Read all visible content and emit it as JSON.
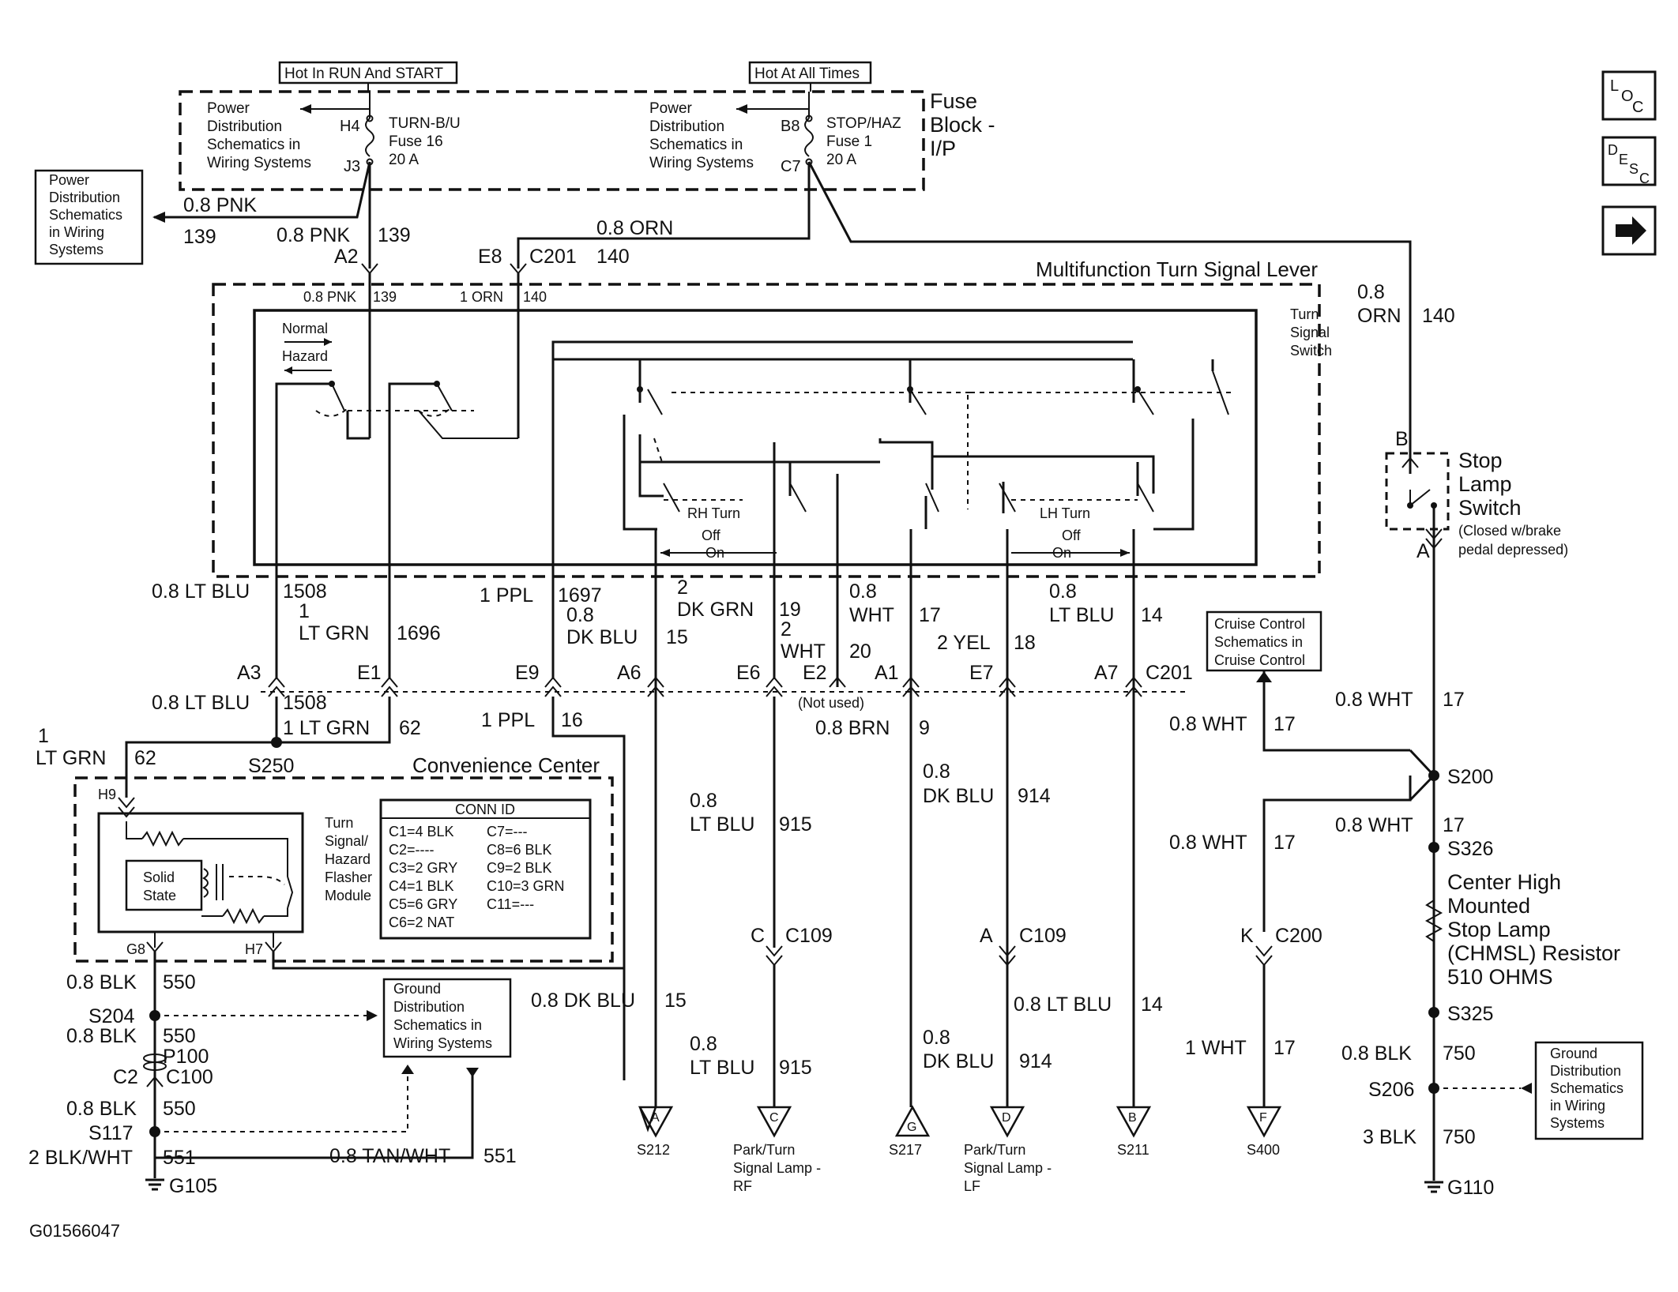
{
  "diagram_id": "G01566047",
  "nav": {
    "loc": [
      "L",
      "O",
      "C"
    ],
    "desc": [
      "D",
      "E",
      "S",
      "C"
    ],
    "next_arrow": "➜"
  },
  "fuse_block": {
    "hot_run_start": "Hot In RUN And START",
    "hot_all_times": "Hot At All Times",
    "title": [
      "Fuse",
      "Block -",
      "I/P"
    ],
    "pd_left": [
      "Power",
      "Distribution",
      "Schematics in",
      "Wiring Systems"
    ],
    "pd_right": [
      "Power",
      "Distribution",
      "Schematics in",
      "Wiring Systems"
    ],
    "h4": "H4",
    "j3": "J3",
    "b8": "B8",
    "c7": "C7",
    "fuse16": [
      "TURN-B/U",
      "Fuse 16",
      "20 A"
    ],
    "fuse1": [
      "STOP/HAZ",
      "Fuse 1",
      "20 A"
    ]
  },
  "pd_outside": [
    "Power",
    "Distribution",
    "Schematics",
    "in Wiring",
    "Systems"
  ],
  "top_wires": {
    "pnk_left": "0.8 PNK",
    "c139_left": "139",
    "pnk_mid": "0.8 PNK",
    "c139_mid": "139",
    "a2": "A2",
    "orn": "0.8 ORN",
    "e8": "E8",
    "c201": "C201",
    "c140": "140",
    "right_orn": [
      "0.8",
      "ORN"
    ],
    "right_140": "140"
  },
  "lever": {
    "title": "Multifunction Turn Signal Lever",
    "in_pnk": "0.8 PNK",
    "in_139": "139",
    "in_orn": "1 ORN",
    "in_140": "140",
    "normal": "Normal",
    "hazard": "Hazard",
    "tss": [
      "Turn",
      "Signal",
      "Switch"
    ],
    "rh": [
      "RH Turn",
      "Off",
      "On"
    ],
    "lh": [
      "LH Turn",
      "Off",
      "On"
    ]
  },
  "wires_below": {
    "w1508": [
      "0.8 LT BLU",
      "1508"
    ],
    "w1696": [
      "1",
      "LT GRN",
      "1696"
    ],
    "w1697": [
      "1 PPL",
      "1697"
    ],
    "w15": [
      "0.8",
      "DK BLU",
      "15"
    ],
    "w19": [
      "2",
      "DK GRN",
      "19"
    ],
    "w20": [
      "2",
      "WHT",
      "20"
    ],
    "w17": [
      "0.8",
      "WHT",
      "17"
    ],
    "w18": [
      "2 YEL",
      "18"
    ],
    "w14": [
      "0.8",
      "LT BLU",
      "14"
    ]
  },
  "c201_pins": [
    "A3",
    "E1",
    "E9",
    "A6",
    "E6",
    "E2",
    "A1",
    "E7",
    "A7",
    "C201"
  ],
  "not_used": "(Not used)",
  "cruise": [
    "Cruise Control",
    "Schematics in",
    "Cruise Control"
  ],
  "mid_wires": {
    "w1508b": [
      "0.8 LT BLU",
      "1508"
    ],
    "w62": [
      "1 LT GRN",
      "62"
    ],
    "w16": [
      "1 PPL",
      "16"
    ],
    "w9": [
      "0.8 BRN",
      "9"
    ],
    "w62b": [
      "1",
      "LT GRN",
      "62"
    ],
    "s250": "S250",
    "w915": [
      "0.8",
      "LT BLU",
      "915"
    ],
    "w914": [
      "0.8",
      "DK BLU",
      "914"
    ],
    "wht17a": [
      "0.8 WHT",
      "17"
    ],
    "wht17b": [
      "0.8 WHT",
      "17"
    ],
    "wht17c": [
      "0.8 WHT",
      "17"
    ],
    "wht17d": [
      "0.8 WHT",
      "17"
    ],
    "s200": "S200",
    "s326": "S326"
  },
  "stop_lamp": {
    "b": "B",
    "a": "A",
    "label": [
      "Stop",
      "Lamp",
      "Switch"
    ],
    "note": [
      "(Closed w/brake",
      "pedal depressed)"
    ]
  },
  "chmsl": [
    "Center High",
    "Mounted",
    "Stop Lamp",
    "(CHMSL) Resistor",
    "510 OHMS"
  ],
  "convenience": {
    "title": "Convenience Center",
    "h9": "H9",
    "g8": "G8",
    "h7": "H7",
    "solid_state": [
      "Solid",
      "State"
    ],
    "module": [
      "Turn",
      "Signal/",
      "Hazard",
      "Flasher",
      "Module"
    ],
    "conn_title": "CONN ID",
    "conn_left": [
      "C1=4 BLK",
      "C2=----",
      "C3=2 GRY",
      "C4=1 BLK",
      "C5=6 GRY",
      "C6=2 NAT"
    ],
    "conn_right": [
      "C7=---",
      "C8=6 BLK",
      "C9=2 BLK",
      "C10=3 GRN",
      "C11=---"
    ]
  },
  "ground_left": {
    "w550a": [
      "0.8 BLK",
      "550"
    ],
    "s204": "S204",
    "w550b": [
      "0.8 BLK",
      "550"
    ],
    "p100": "P100",
    "c2": "C2",
    "c100": "C100",
    "w550c": [
      "0.8 BLK",
      "550"
    ],
    "s117": "S117",
    "w551": [
      "2 BLK/WHT",
      "551"
    ],
    "g105": "G105",
    "tan": [
      "0.8 TAN/WHT",
      "551"
    ],
    "gd": [
      "Ground",
      "Distribution",
      "Schematics in",
      "Wiring Systems"
    ]
  },
  "lower_wires": {
    "w15b": [
      "0.8 DK BLU",
      "15"
    ],
    "w915b": [
      "0.8",
      "LT BLU",
      "915"
    ],
    "w914b": [
      "0.8",
      "DK BLU",
      "914"
    ],
    "w14b": [
      "0.8 LT BLU",
      "14"
    ],
    "wht17e": [
      "1 WHT",
      "17"
    ],
    "c109a": [
      "C",
      "C109"
    ],
    "c109b": [
      "A",
      "C109"
    ],
    "c200": [
      "K",
      "C200"
    ]
  },
  "terminals": [
    {
      "letter": "A",
      "label": [
        "S212"
      ]
    },
    {
      "letter": "C",
      "label": [
        "Park/Turn",
        "Signal Lamp -",
        "RF"
      ]
    },
    {
      "letter": "G",
      "label": [
        "S217"
      ]
    },
    {
      "letter": "D",
      "label": [
        "Park/Turn",
        "Signal Lamp -",
        "LF"
      ]
    },
    {
      "letter": "B",
      "label": [
        "S211"
      ]
    },
    {
      "letter": "F",
      "label": [
        "S400"
      ]
    }
  ],
  "right_bottom": {
    "s325": "S325",
    "w750a": [
      "0.8 BLK",
      "750"
    ],
    "s206": "S206",
    "w750b": [
      "3 BLK",
      "750"
    ],
    "g110": "G110",
    "gd": [
      "Ground",
      "Distribution",
      "Schematics",
      "in Wiring",
      "Systems"
    ]
  }
}
